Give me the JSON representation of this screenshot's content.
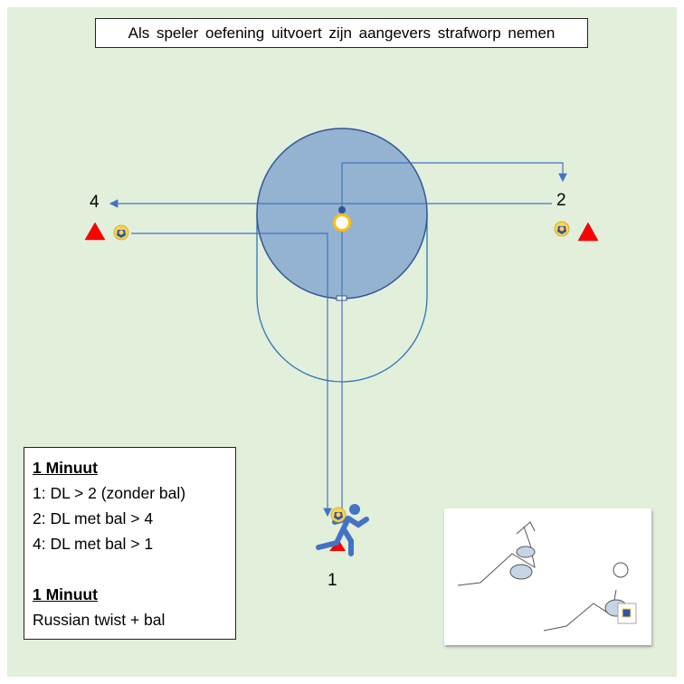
{
  "title": "Als speler oefening uitvoert zijn aangevers strafworp nemen",
  "positions": {
    "p1": "1",
    "p2": "2",
    "p4": "4"
  },
  "info": {
    "heading1": "1 Minuut",
    "lines": [
      "1: DL > 2 (zonder bal)",
      "2: DL met bal > 4",
      "4: DL met bal > 1"
    ],
    "heading2": "1 Minuut",
    "exercise": "Russian twist + bal"
  },
  "colors": {
    "field": "#e2efda",
    "circle": "#94b3d0",
    "line": "#4472c4",
    "cone": "#ff0000",
    "ring": "#ffc000"
  }
}
